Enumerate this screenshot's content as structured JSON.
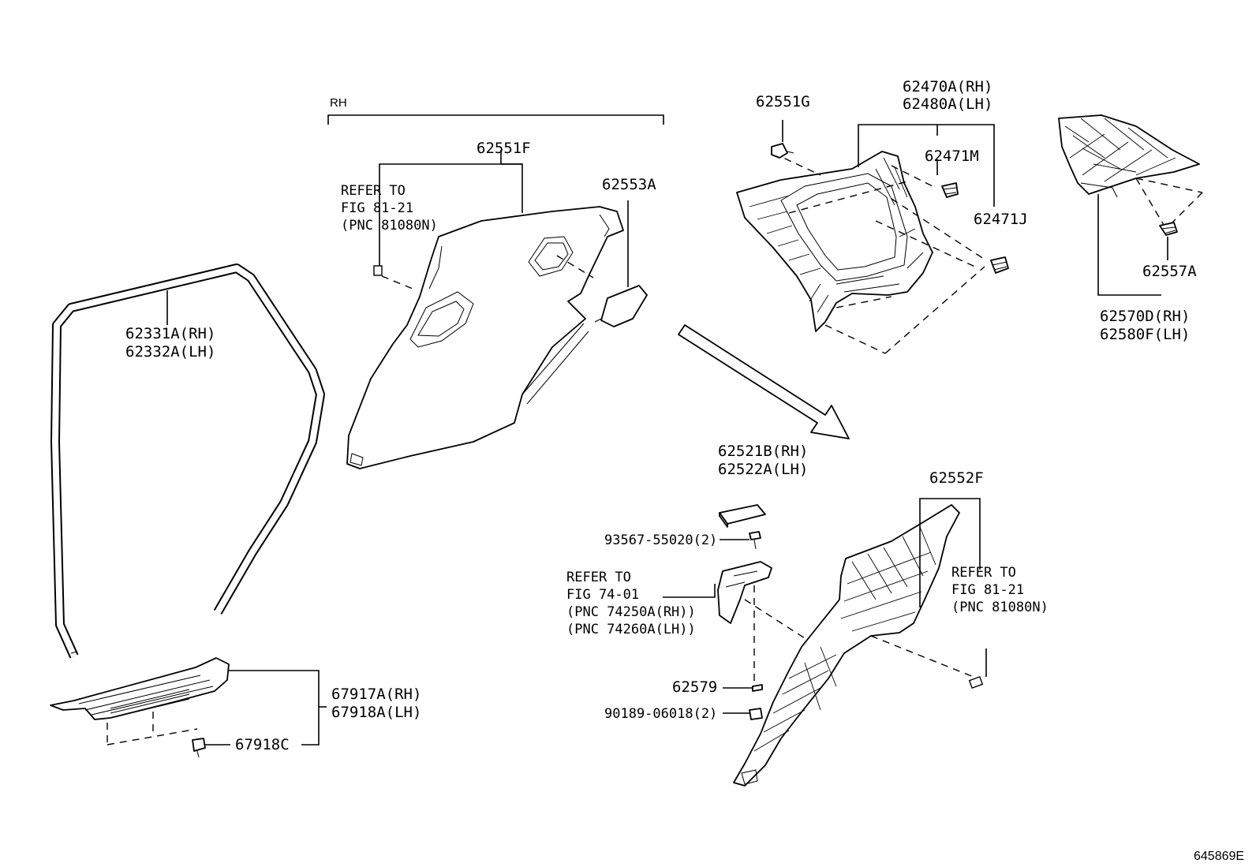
{
  "header": {
    "rh_label": "RH"
  },
  "callouts": {
    "rh_upper": "62551F",
    "cover": "62553A",
    "refer_left_1": "REFER TO",
    "refer_left_2": "FIG 81-21",
    "refer_left_3": "(PNC 81080N)",
    "weather_rh": "62331A(RH)",
    "weather_lh": "62332A(LH)",
    "clip_g": "62551G",
    "garnish_rh": "62470A(RH)",
    "garnish_lh": "62480A(LH)",
    "clip_m": "62471M",
    "clip_j": "62471J",
    "clip_57a": "62557A",
    "panel_rh": "62570D(RH)",
    "panel_lh": "62580F(LH)",
    "pad_rh": "62521B(RH)",
    "pad_lh": "62522A(LH)",
    "screw": "93567-55020(2)",
    "refer_mid_1": "REFER TO",
    "refer_mid_2": "FIG 74-01",
    "refer_mid_3": "(PNC 74250A(RH))",
    "refer_mid_4": "(PNC 74260A(LH))",
    "lower_trim": "62552F",
    "refer_right_1": "REFER TO",
    "refer_right_2": "FIG 81-21",
    "refer_right_3": "(PNC 81080N)",
    "small_clip": "62579",
    "clip_nut": "90189-06018(2)",
    "scuff_rh": "67917A(RH)",
    "scuff_lh": "67918A(LH)",
    "scuff_clip": "67918C"
  },
  "document_id": "645869E"
}
